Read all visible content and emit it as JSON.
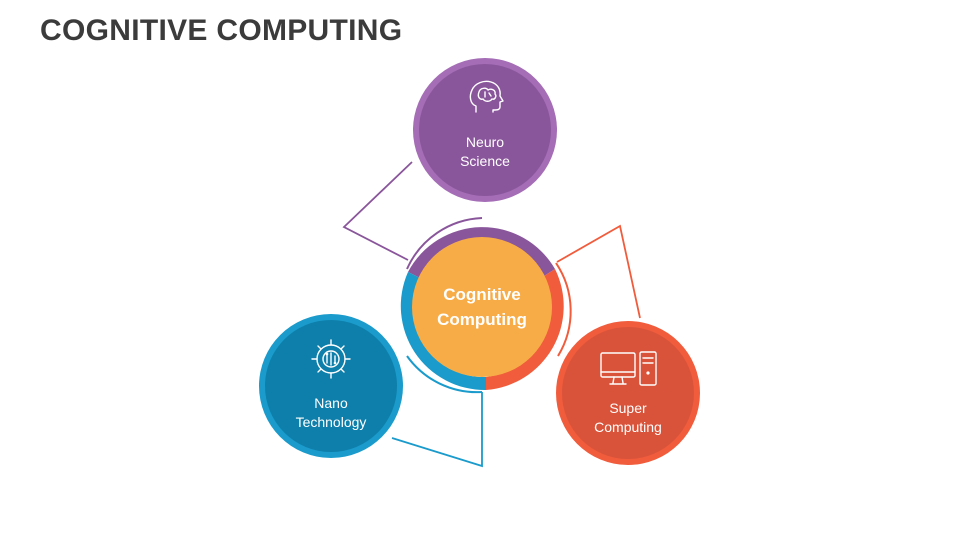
{
  "title": "COGNITIVE COMPUTING",
  "center": {
    "line1": "Cognitive",
    "line2": "Computing",
    "color": "#F8AC47"
  },
  "nodes": [
    {
      "id": "neuro",
      "line1": "Neuro",
      "line2": "Science",
      "color": "#8A569B",
      "icon": "brain-head-icon"
    },
    {
      "id": "nano",
      "line1": "Nano",
      "line2": "Technology",
      "color": "#0E7FAA",
      "icon": "circuit-gear-icon"
    },
    {
      "id": "super",
      "line1": "Super",
      "line2": "Computing",
      "color": "#D9533A",
      "icon": "desktop-computer-icon"
    }
  ],
  "colors": {
    "purple": "#8A569B",
    "purple_light": "#A46DB6",
    "blue": "#0E7FAA",
    "blue_light": "#1A9BCB",
    "orange": "#D9533A",
    "orange_light": "#F05C3C",
    "title": "#3B3B3B"
  }
}
